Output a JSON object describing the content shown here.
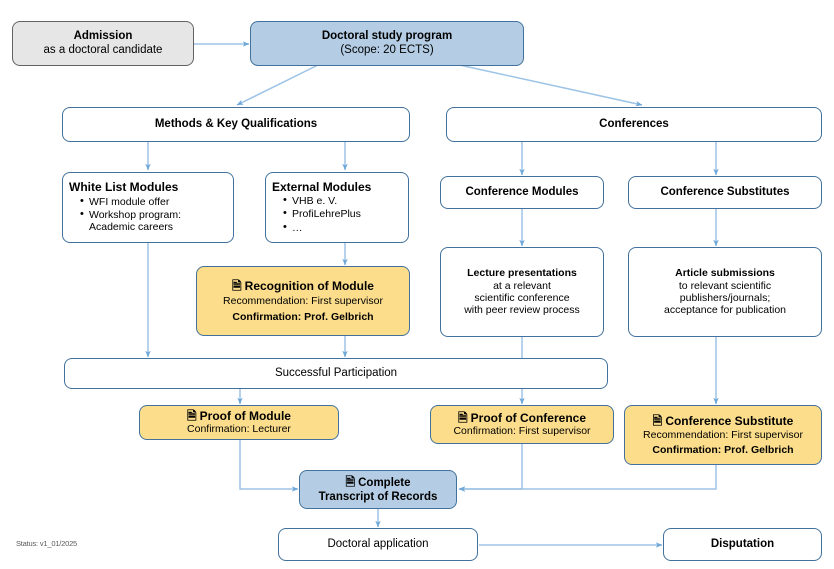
{
  "diagram": {
    "title": "Doctoral study program flowchart",
    "status_note": "Status: v1_01/2025",
    "colors": {
      "blue_fill": "#b4cde4",
      "yellow_fill": "#fbdd8c",
      "grey_fill": "#e7e6e6",
      "box_border": "#41719c",
      "grey_border": "#636363",
      "connector": "#9dc3e6",
      "text": "#000000"
    },
    "icons": {
      "document": "὜E"
    }
  },
  "nodes": {
    "admission": {
      "title": "Admission",
      "subtitle": "as a doctoral candidate"
    },
    "doctoral_program": {
      "title": "Doctoral study program",
      "subtitle": "(Scope: 20 ECTS)"
    },
    "methods": {
      "title": "Methods & Key Qualifications"
    },
    "conferences": {
      "title": "Conferences"
    },
    "white_list_modules": {
      "title": "White List Modules",
      "bullets": [
        "WFI module offer",
        "Workshop program:\nAcademic careers"
      ]
    },
    "external_modules": {
      "title": "External Modules",
      "bullets": [
        "VHB e. V.",
        "ProfiLehrePlus",
        "…"
      ]
    },
    "conference_modules": {
      "title": "Conference Modules"
    },
    "conference_substitutes": {
      "title": "Conference Substitutes"
    },
    "recognition_of_module": {
      "icon": "document-icon",
      "title": "Recognition of Module",
      "line2": "Recommendation: First supervisor",
      "line3": "Confirmation: Prof. Gelbrich"
    },
    "lecture_presentations": {
      "title": "Lecture presentations",
      "lines": [
        "at a relevant",
        "scientific conference",
        "with peer review process"
      ]
    },
    "article_submissions": {
      "title": "Article submissions",
      "lines": [
        "to relevant scientific",
        "publishers/journals;",
        "acceptance for publication"
      ]
    },
    "successful_participation": {
      "title": "Successful Participation"
    },
    "proof_of_module": {
      "icon": "document-icon",
      "title": "Proof of Module",
      "line2": "Confirmation: Lecturer"
    },
    "proof_of_conference": {
      "icon": "document-icon",
      "title": "Proof of Conference",
      "line2": "Confirmation: First supervisor"
    },
    "conference_substitute": {
      "icon": "document-icon",
      "title": "Conference Substitute",
      "line2": "Recommendation: First supervisor",
      "line3": "Confirmation: Prof. Gelbrich"
    },
    "complete_transcript": {
      "icon": "document-icon",
      "title": "Complete",
      "line2": "Transcript of Records"
    },
    "doctoral_application": {
      "title": "Doctoral application"
    },
    "disputation": {
      "title": "Disputation"
    }
  }
}
